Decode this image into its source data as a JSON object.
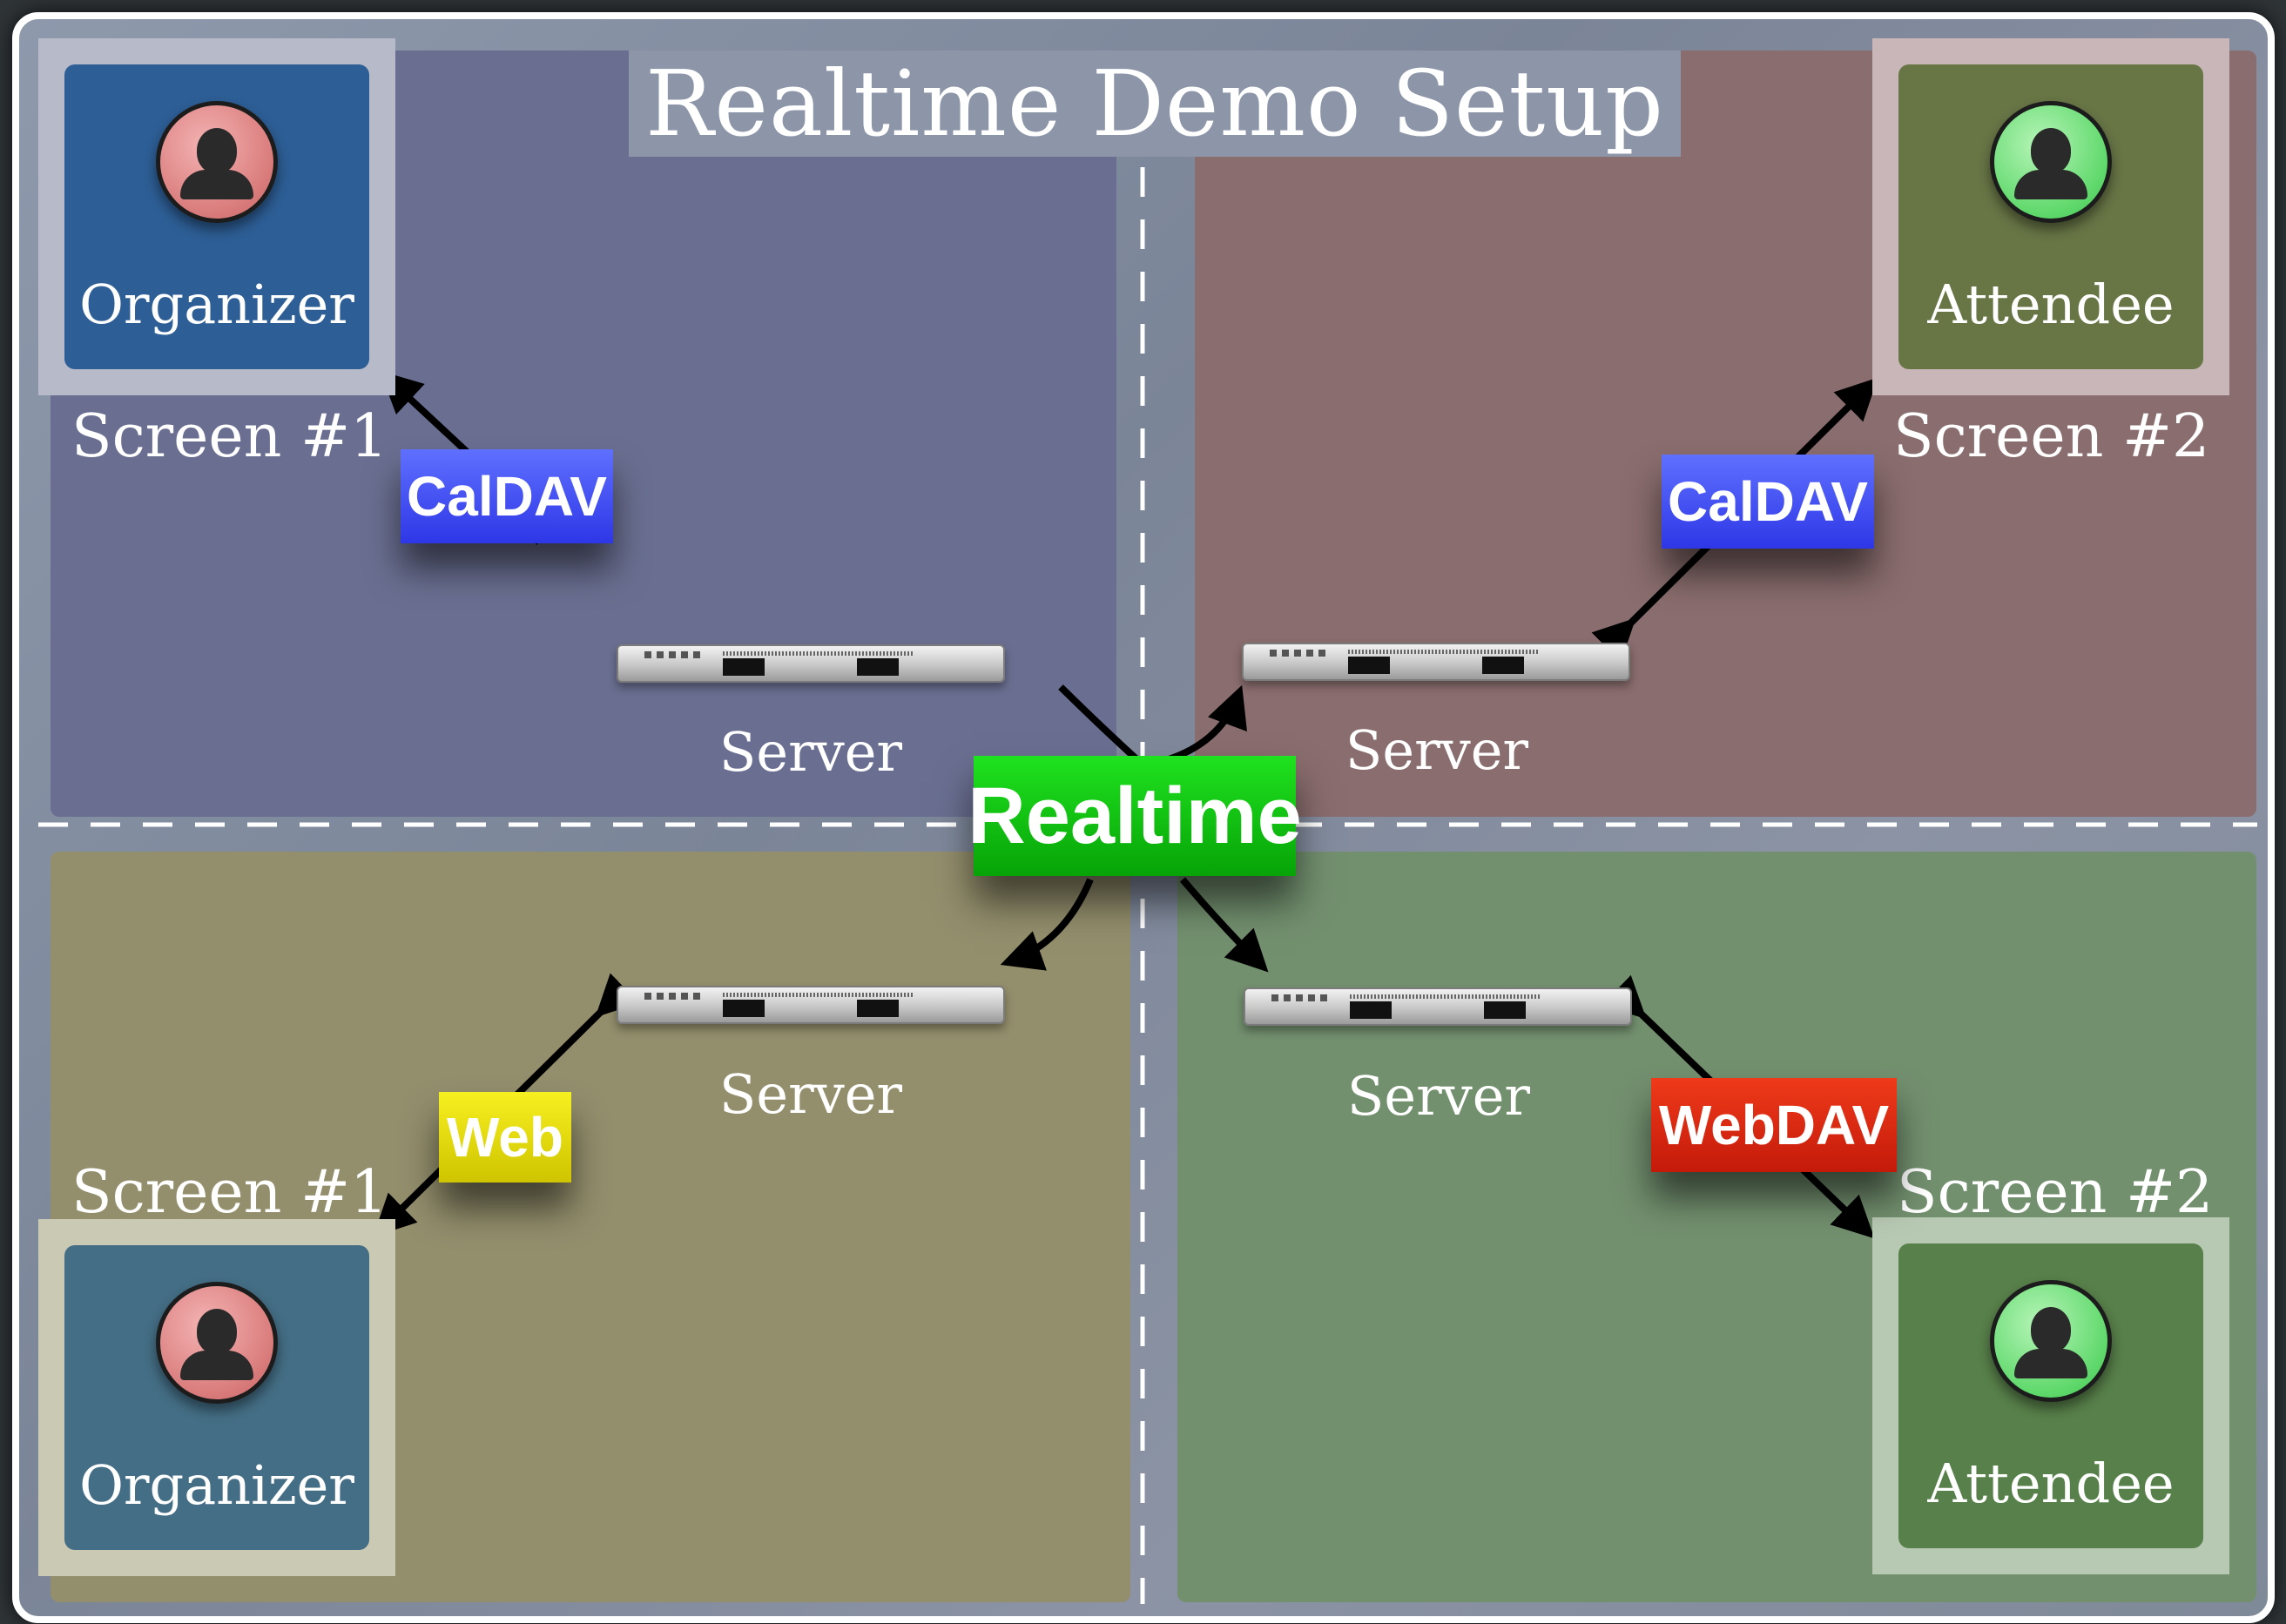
{
  "title": "Realtime Demo Setup",
  "colors": {
    "top_left_quadrant": "#6a6f91",
    "top_right_quadrant": "#8a6d6e",
    "bottom_left_quadrant": "#938e6c",
    "bottom_right_quadrant": "#728f6e",
    "caldav": "#3a46f0",
    "web": "#e8e010",
    "webdav": "#d82a12",
    "realtime": "#0cc40c"
  },
  "quadrants": {
    "top_left": {
      "person": "Organizer",
      "person_icon": "person-icon-red",
      "screen": "Screen #1",
      "protocol": "CalDAV",
      "server": "Server"
    },
    "top_right": {
      "person": "Attendee",
      "person_icon": "person-icon-green",
      "screen": "Screen #2",
      "protocol": "CalDAV",
      "server": "Server"
    },
    "bottom_left": {
      "person": "Organizer",
      "person_icon": "person-icon-red",
      "screen": "Screen #1",
      "protocol": "Web",
      "server": "Server"
    },
    "bottom_right": {
      "person": "Attendee",
      "person_icon": "person-icon-green",
      "screen": "Screen #2",
      "protocol": "WebDAV",
      "server": "Server"
    }
  },
  "center_protocol": "Realtime"
}
